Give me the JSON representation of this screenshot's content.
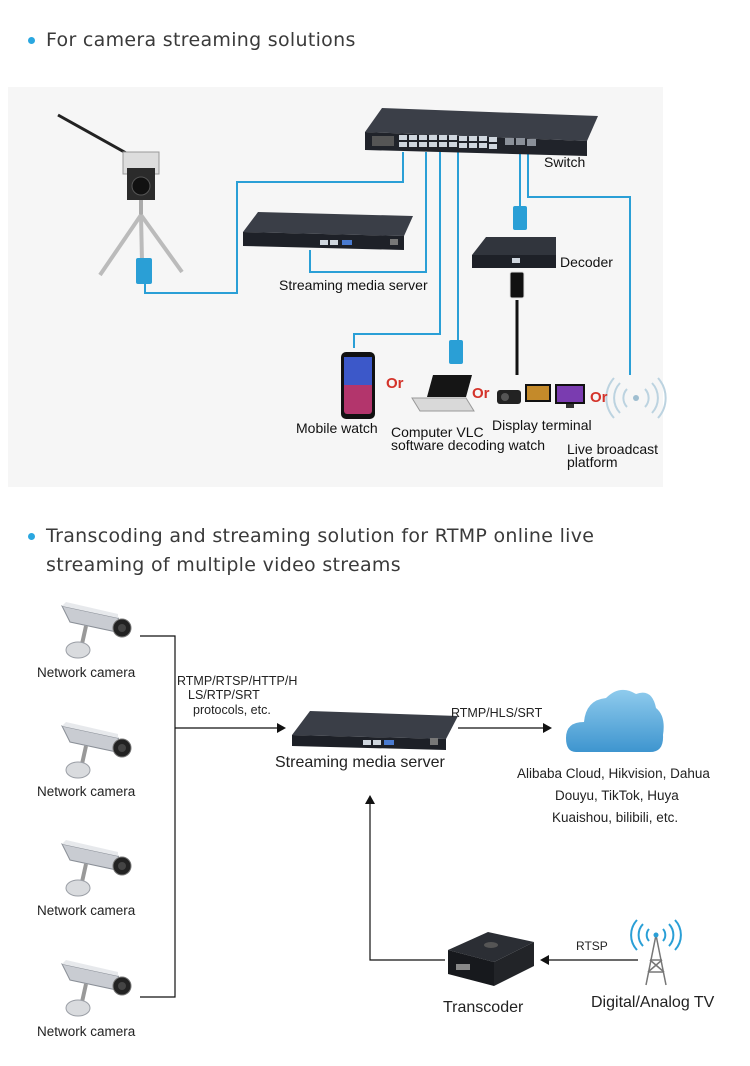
{
  "section1": {
    "title": "For camera streaming solutions"
  },
  "diagram1": {
    "switch_label": "Switch",
    "server_label": "Streaming media server",
    "decoder_label": "Decoder",
    "or_label": "Or",
    "mobile_label": "Mobile watch",
    "computer_label_line1": "Computer VLC",
    "computer_label_line2": "software decoding watch",
    "display_label": "Display terminal",
    "live_label_line1": "Live broadcast",
    "live_label_line2": "platform"
  },
  "section2": {
    "title_line1": "Transcoding and streaming solution for RTMP online live",
    "title_line2": "streaming of multiple video streams"
  },
  "diagram2": {
    "cameras": [
      "Network camera",
      "Network camera",
      "Network camera",
      "Network camera"
    ],
    "protocols_in": [
      "RTMP/RTSP/HTTP/H",
      "LS/RTP/SRT",
      "protocols, etc."
    ],
    "server_label": "Streaming media server",
    "protocols_out": "RTMP/HLS/SRT",
    "platforms": [
      "Alibaba Cloud, Hikvision, Dahua",
      "Douyu, TikTok, Huya",
      "Kuaishou, bilibili, etc."
    ],
    "transcoder_label": "Transcoder",
    "rtsp_label": "RTSP",
    "tv_label": "Digital/Analog TV"
  },
  "colors": {
    "accent": "#2aa7e0",
    "cable": "#2a9fd6",
    "or": "#d4332a",
    "cloud": "#4aa3d8"
  }
}
